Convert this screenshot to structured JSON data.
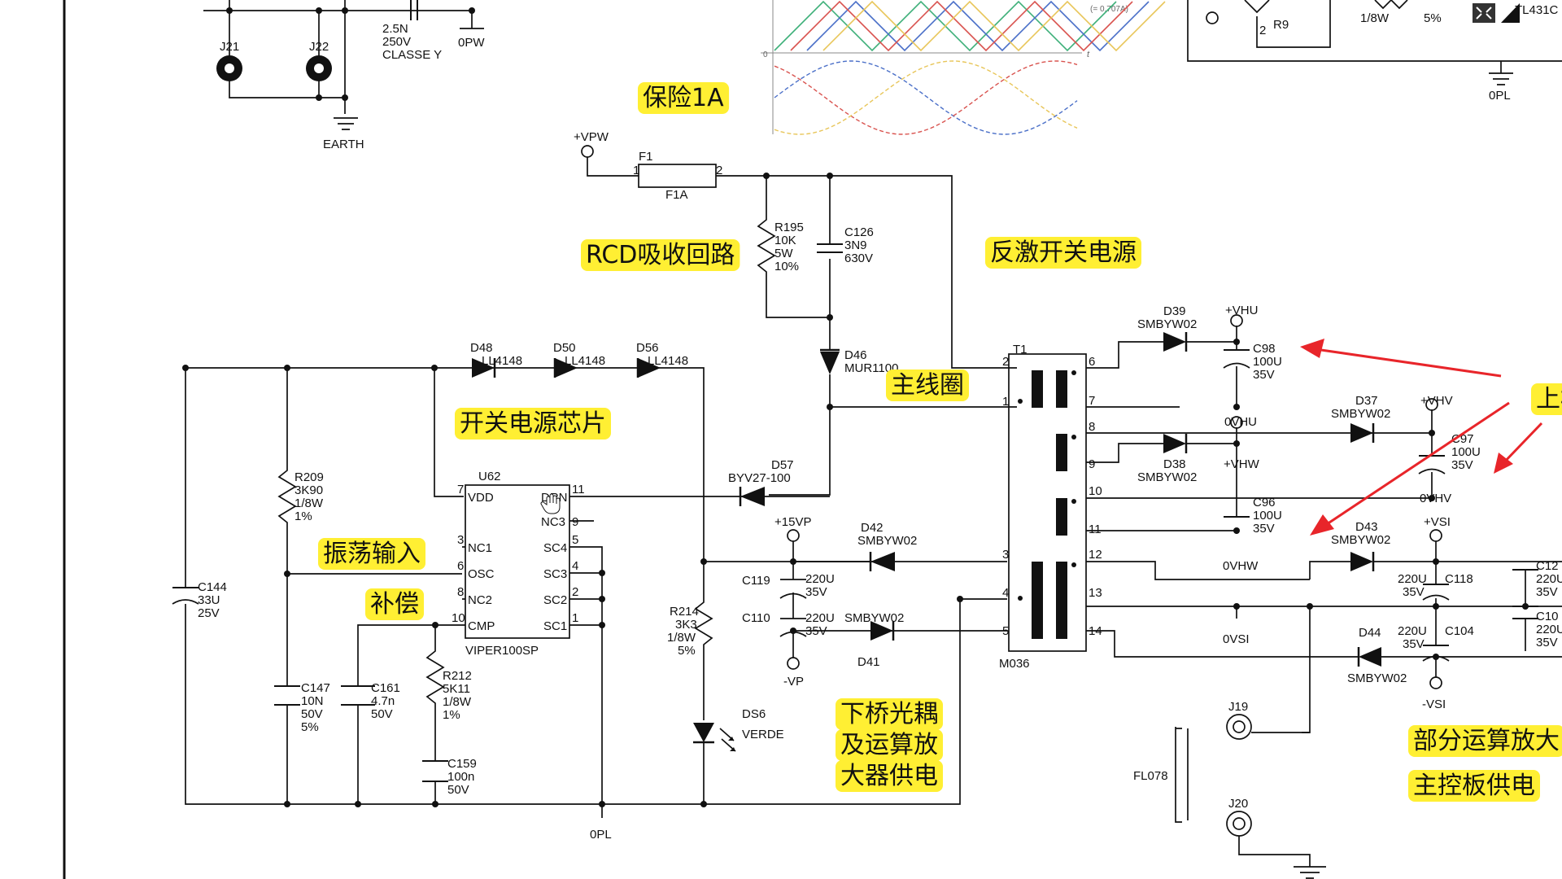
{
  "colors": {
    "highlight": "#ffef33",
    "arrow": "#e8252a",
    "wire": "#111111",
    "phase_green": "#3fb07a",
    "phase_blue": "#4a6fc8",
    "phase_red": "#d9534f",
    "phase_yellow": "#e8c65a"
  },
  "annotations": {
    "fuse": "保险1A",
    "rcd": "RCD吸收回路",
    "flyback": "反激开关电源",
    "primary": "主线圈",
    "chip": "开关电源芯片",
    "osc": "振荡输入",
    "comp": "补偿",
    "lower1": "下桥光耦",
    "lower2": "及运算放",
    "lower3": "大器供电",
    "opamp": "部分运算放大",
    "mainboard": "主控板供电",
    "upper": "上桥"
  },
  "labels": {
    "cy_val": "2.5N",
    "cy_v": "250V",
    "cy_class": "CLASSE Y",
    "opw": "0PW",
    "j21": "J21",
    "j22": "J22",
    "earth": "EARTH",
    "r9": "R9",
    "r9_pin": "2",
    "r9_w": "1/8W",
    "r9_pct": "5%",
    "tl431": "TL431C",
    "opl_top": "0PL",
    "wave_t": "t",
    "wave_zero": "0",
    "wave_note": "(= 0.707A)",
    "vpw": "+VPW",
    "f1": "F1",
    "f1_val": "F1A",
    "f1_p1": "1",
    "f1_p2": "2",
    "r195": "R195",
    "r195_v": "10K",
    "r195_w": "5W",
    "r195_p": "10%",
    "c126": "C126",
    "c126_v": "3N9",
    "c126_vv": "630V",
    "d46": "D46",
    "d46_v": "MUR1100",
    "d48": "D48",
    "d50": "D50",
    "d56": "D56",
    "ll4148": "LL4148",
    "r209": "R209",
    "r209_v": "3K90",
    "r209_w": "1/8W",
    "r209_p": "1%",
    "u62": "U62",
    "vdd": "VDD",
    "drn": "DRN",
    "nc3": "NC3",
    "nc1": "NC1",
    "osc": "OSC",
    "nc2": "NC2",
    "cmp": "CMP",
    "sc4": "SC4",
    "sc3": "SC3",
    "sc2": "SC2",
    "sc1": "SC1",
    "viper": "VIPER100SP",
    "pin7": "7",
    "pin11": "11",
    "pin9": "9",
    "pin3": "3",
    "pin6": "6",
    "pin8": "8",
    "pin10": "10",
    "pin5": "5",
    "pin4": "4",
    "pin2": "2",
    "pin1": "1",
    "d57": "D57",
    "d57_v": "BYV27-100",
    "c144": "C144",
    "c144_v": "33U",
    "c144_vv": "25V",
    "c147": "C147",
    "c147_v": "10N",
    "c147_vv": "50V",
    "c147_p": "5%",
    "c161": "C161",
    "c161_v": "4.7n",
    "c161_vv": "50V",
    "r212": "R212",
    "r212_v": "5K11",
    "r212_w": "1/8W",
    "r212_p": "1%",
    "c159": "C159",
    "c159_v": "100n",
    "c159_vv": "50V",
    "opl": "0PL",
    "r214": "R214",
    "r214_v": "3K3",
    "r214_w": "1/8W",
    "r214_p": "5%",
    "ds6": "DS6",
    "verde": "VERDE",
    "p15vp": "+15VP",
    "c119": "C119",
    "c110": "C110",
    "c220u": "220U",
    "c35v": "35V",
    "mvp": "-VP",
    "d42": "D42",
    "d41": "D41",
    "smbyw02": "SMBYW02",
    "t1": "T1",
    "m036": "M036",
    "tp2": "2",
    "tp1": "1",
    "tp3": "3",
    "tp4": "4",
    "tp5": "5",
    "tp6": "6",
    "tp7": "7",
    "tp8": "8",
    "tp9": "9",
    "tp10": "10",
    "tp11": "11",
    "tp12": "12",
    "tp13": "13",
    "tp14": "14",
    "d39": "D39",
    "vhu": "+VHU",
    "c98": "C98",
    "c100u": "100U",
    "ovhu": "0VHU",
    "d37": "D37",
    "vhv": "+VHV",
    "c97": "C97",
    "ovhv": "0VHV",
    "d38": "D38",
    "vhw": "+VHW",
    "c96": "C96",
    "ovhw": "0VHW",
    "d43": "D43",
    "vsi": "+VSI",
    "c118": "C118",
    "c12": "C12",
    "c220_cut": "220U",
    "ovsi": "0VSI",
    "d44": "D44",
    "c104": "C104",
    "c10": "C10",
    "mvsi": "-VSI",
    "j19": "J19",
    "j20": "J20",
    "fl078": "FL078"
  }
}
